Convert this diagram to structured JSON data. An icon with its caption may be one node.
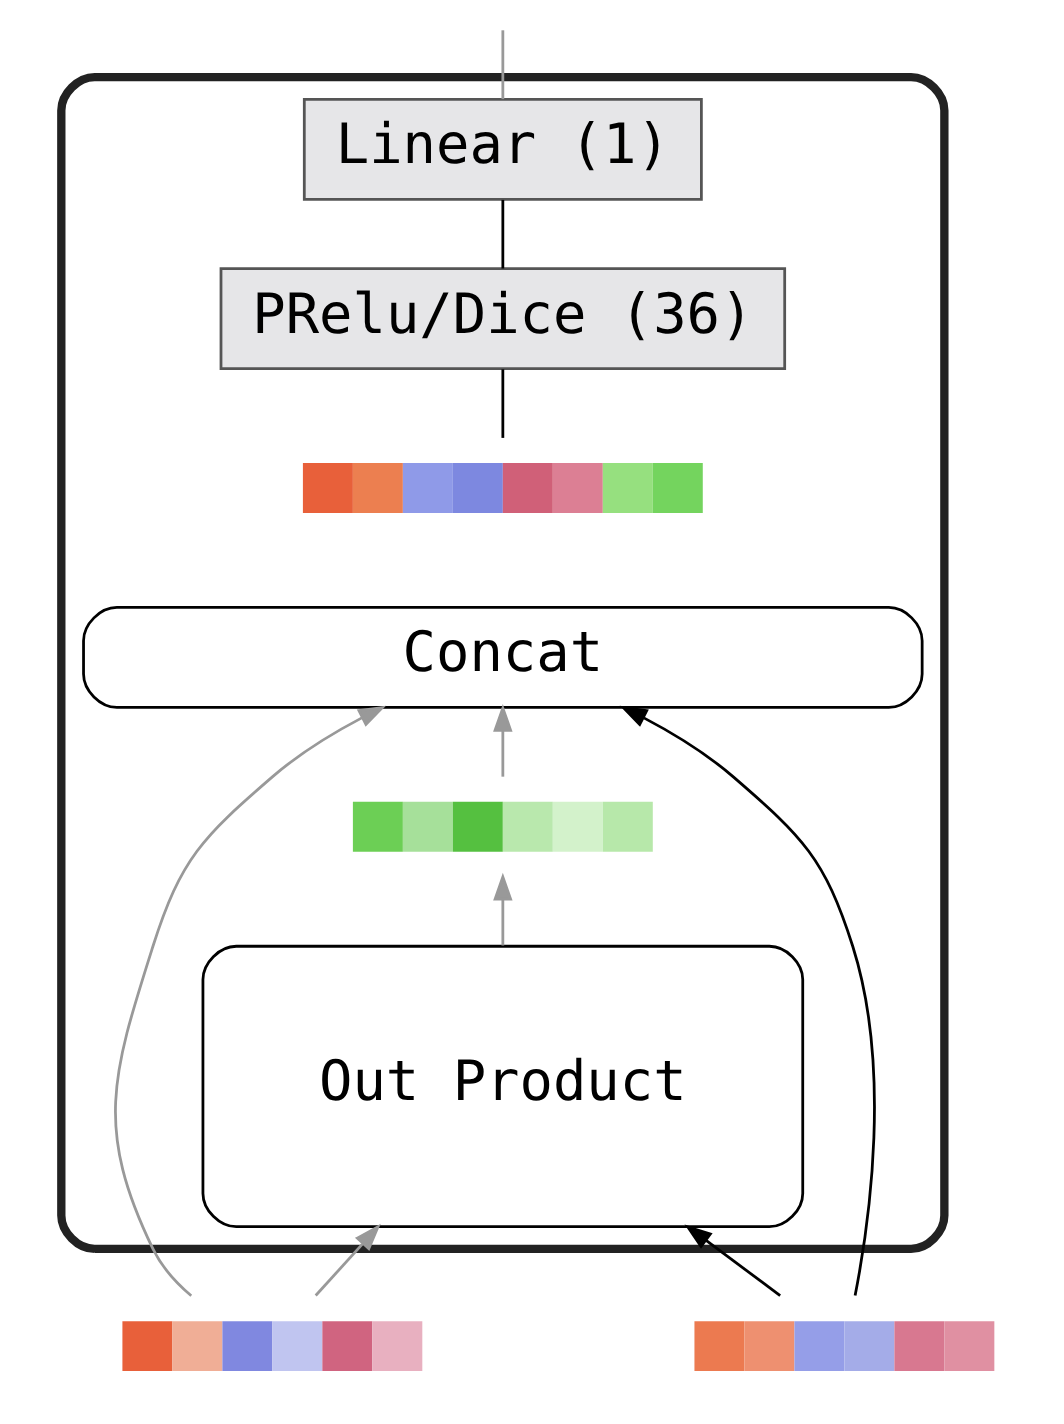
{
  "diagram": {
    "nodes": [
      {
        "text": [],
        "shape": "box"
      },
      {
        "text": [
          "Linear (1)"
        ],
        "in": 0
      },
      {
        "text": [
          "PRelu/Dice (36)"
        ],
        "in": 0
      },
      {
        "text": [],
        "shape": "bar",
        "in": 0
      },
      {
        "text": [
          "Concat"
        ],
        "in": 0
      },
      {
        "text": [],
        "shape": "bar",
        "in": 0
      },
      {
        "text": [
          "Out Product"
        ],
        "in": 0
      },
      {
        "text": [],
        "shape": "bar"
      },
      {
        "text": [],
        "shape": "bar"
      }
    ],
    "edges": [
      {
        "from": 1,
        "to": null,
        "arrow": "none"
      },
      {
        "from": 2,
        "to": 1,
        "arrow": "none",
        "color": "#000000"
      },
      {
        "from": 3,
        "to": 2,
        "arrow": "none",
        "color": "#000000"
      },
      {
        "from": 5,
        "to": 4,
        "arrow": "to"
      },
      {
        "from": 6,
        "to": 5,
        "arrow": "to"
      },
      {
        "from": 7,
        "to": 6,
        "arrow": "to"
      },
      {
        "from": 7,
        "to": 4,
        "arrow": "to"
      },
      {
        "from": 8,
        "to": 6,
        "arrow": "to",
        "color": "#000000"
      },
      {
        "from": 8,
        "to": 4,
        "arrow": "to",
        "color": "#000000"
      }
    ]
  }
}
